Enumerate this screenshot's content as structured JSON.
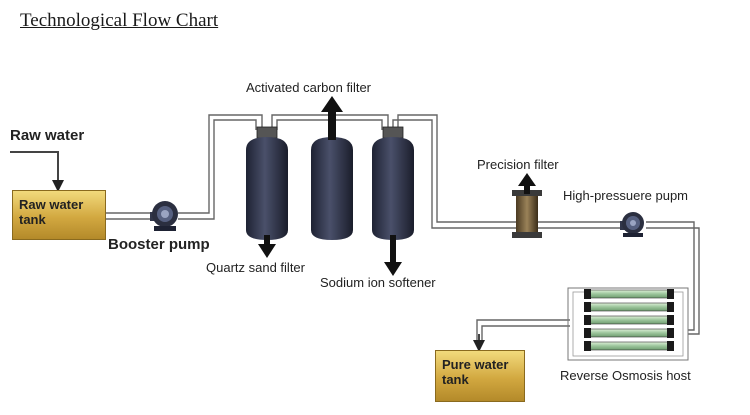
{
  "title": "Technological Flow Chart",
  "labels": {
    "raw_water": "Raw water",
    "raw_water_tank_line1": "Raw water",
    "raw_water_tank_line2": "tank",
    "booster_pump": "Booster pump",
    "activated_carbon_filter": "Activated carbon filter",
    "quartz_sand_filter": "Quartz sand filter",
    "sodium_ion_softener": "Sodium ion softener",
    "precision_filter": "Precision filter",
    "high_pressure_pump": "High-pressuere pupm",
    "reverse_osmosis_host": "Reverse Osmosis host",
    "pure_water_tank_line1": "Pure water",
    "pure_water_tank_line2": "tank"
  }
}
